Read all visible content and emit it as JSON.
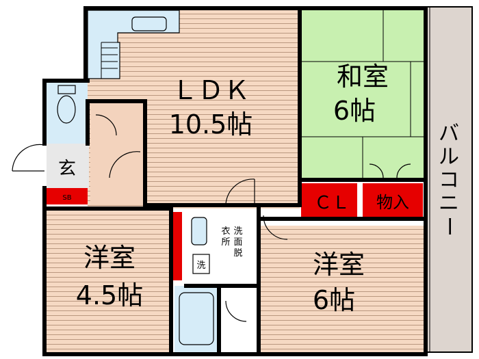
{
  "rooms": {
    "ldk": {
      "label": "ＬＤＫ",
      "size": "10.5帖"
    },
    "washitsu": {
      "label": "和室",
      "size": "6帖"
    },
    "yoshitsu_small": {
      "label": "洋室",
      "size": "4.5帖"
    },
    "yoshitsu_large": {
      "label": "洋室",
      "size": "6帖"
    },
    "genkan": {
      "label": "玄"
    },
    "senmen": {
      "label": "洗面脱衣所"
    },
    "sentaku": {
      "label": "洗"
    }
  },
  "storage": {
    "closet": "ＣＬ",
    "monoire": "物入",
    "shoebox": "SB"
  },
  "balcony": {
    "label": "バルコニー"
  },
  "colors": {
    "wood": "#f6d9c3",
    "wood_line": "#b9977f",
    "tatami": "#c8f0b0",
    "wet": "#d6ecf8",
    "storage_red": "#e60000",
    "balcony": "#ddd5cf",
    "wall": "#000000"
  }
}
